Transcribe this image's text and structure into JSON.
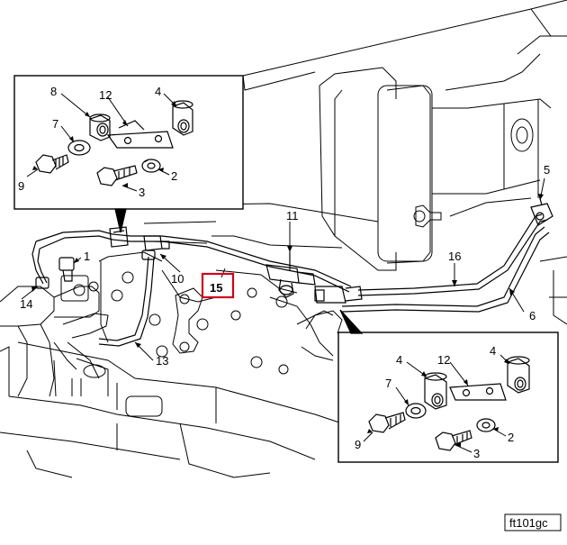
{
  "figure_code": "ft101gc",
  "highlight_color": "#d0021b",
  "callouts": {
    "n1": "1",
    "n2": "2",
    "n3": "3",
    "n4": "4",
    "n5": "5",
    "n6": "6",
    "n7": "7",
    "n8": "8",
    "n9": "9",
    "n10": "10",
    "n11": "11",
    "n12": "12",
    "n13": "13",
    "n14": "14",
    "n15": "15",
    "n16": "16"
  }
}
